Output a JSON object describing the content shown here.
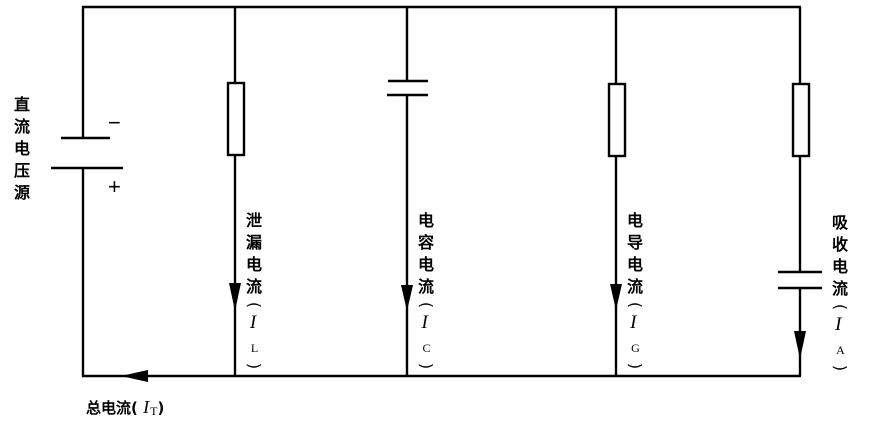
{
  "diagram": {
    "type": "parallel-circuit",
    "colors": {
      "line": "#000000",
      "background": "#ffffff"
    },
    "source": {
      "label_chars": [
        "直",
        "流",
        "电",
        "压",
        "源"
      ],
      "label": "直流电压源",
      "minus_sign": "−",
      "plus_sign": "+"
    },
    "branches": [
      {
        "id": "leakage",
        "components": [
          "resistor"
        ],
        "label_chars": [
          "泄",
          "漏",
          "电",
          "流"
        ],
        "label": "泄漏电流",
        "symbol": "I",
        "subscript": "L"
      },
      {
        "id": "capacitive",
        "components": [
          "capacitor"
        ],
        "label_chars": [
          "电",
          "容",
          "电",
          "流"
        ],
        "label": "电容电流",
        "symbol": "I",
        "subscript": "C"
      },
      {
        "id": "conductive",
        "components": [
          "resistor"
        ],
        "label_chars": [
          "电",
          "导",
          "电",
          "流"
        ],
        "label": "电导电流",
        "symbol": "I",
        "subscript": "G"
      },
      {
        "id": "absorption",
        "components": [
          "resistor",
          "capacitor"
        ],
        "label_chars": [
          "吸",
          "收",
          "电",
          "流"
        ],
        "label": "吸收电流",
        "symbol": "I",
        "subscript": "A"
      }
    ],
    "total": {
      "label": "总电流",
      "open_paren": "(",
      "symbol": "I",
      "subscript": "T",
      "close_paren": ")"
    },
    "paren_open": "(",
    "paren_close": ")"
  }
}
